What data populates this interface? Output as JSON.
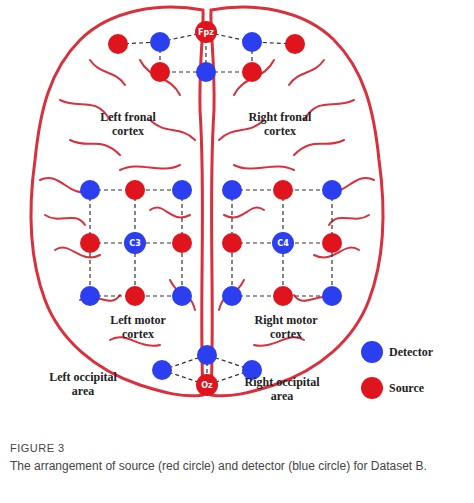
{
  "diagram": {
    "caption": "The arrangement of source (red circle) and detector (blue circle) for Dataset B.",
    "nodes": [
      {
        "text": [
          "Fpz"
        ]
      },
      {
        "text": [
          "C3"
        ]
      },
      {
        "text": [
          "C4"
        ]
      },
      {
        "text": [
          "Oz"
        ]
      }
    ],
    "labels": [
      "Left fronal cortex",
      "Right fronal cortex",
      "Left motor cortex",
      "Right motor cortex",
      "Left occipital area",
      "Right occipital area",
      "FIGURE 3"
    ],
    "legend": [
      {
        "text": "Detector",
        "color": "#2b3ff0"
      },
      {
        "text": "Source",
        "color": "#e0141c"
      }
    ]
  }
}
